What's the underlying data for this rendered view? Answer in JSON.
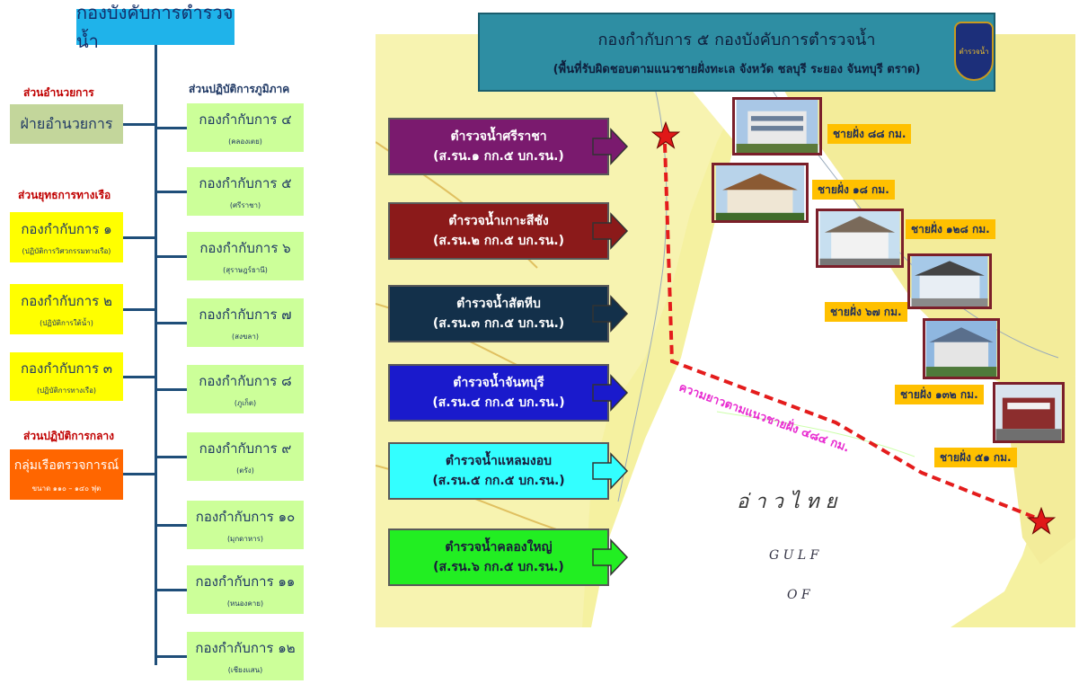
{
  "org": {
    "title": "กองบังคับการตำรวจน้ำ",
    "admin_header": "ส่วนอำนวยการ",
    "admin_box": "ฝ่ายอำนวยการ",
    "tactics_header": "ส่วนยุทธการทางเรือ",
    "tactics": [
      {
        "label": "กองกำกับการ ๑",
        "sub": "(ปฏิบัติการวิศวกรรมทางเรือ)"
      },
      {
        "label": "กองกำกับการ ๒",
        "sub": "(ปฏิบัติการใต้น้ำ)"
      },
      {
        "label": "กองกำกับการ ๓",
        "sub": "(ปฏิบัติการทางเรือ)"
      }
    ],
    "central_header": "ส่วนปฏิบัติการกลาง",
    "central_box": "กลุ่มเรือตรวจการณ์",
    "central_sub": "ขนาด ๑๑๐ – ๑๔๐ ฟุต",
    "regional_header": "ส่วนปฏิบัติการภูมิภาค",
    "regional": [
      {
        "label": "กองกำกับการ ๔",
        "sub": "(คลองเตย)"
      },
      {
        "label": "กองกำกับการ ๕",
        "sub": "(ศรีราชา)"
      },
      {
        "label": "กองกำกับการ ๖",
        "sub": "(สุราษฎร์ธานี)"
      },
      {
        "label": "กองกำกับการ ๗",
        "sub": "(สงขลา)"
      },
      {
        "label": "กองกำกับการ ๘",
        "sub": "(ภูเก็ต)"
      },
      {
        "label": "กองกำกับการ ๙",
        "sub": "(ตรัง)"
      },
      {
        "label": "กองกำกับการ ๑๐",
        "sub": "(มุกดาหาร)"
      },
      {
        "label": "กองกำกับการ ๑๑",
        "sub": "(หนองคาย)"
      },
      {
        "label": "กองกำกับการ ๑๒",
        "sub": "(เชียงแสน)"
      }
    ]
  },
  "banner": {
    "title": "กองกำกับการ ๕ กองบังคับการตำรวจน้ำ",
    "subtitle": "(พื้นที่รับผิดชอบตามแนวชายฝั่งทะเล จังหวัด ชลบุรี ระยอง จันทบุรี ตราด)",
    "emblem_text": "ตำรวจน้ำ"
  },
  "stations": [
    {
      "name": "ตำรวจน้ำศรีราชา",
      "code": "(ส.รน.๑ กก.๕ บก.รน.)",
      "color": "#7a1a6e",
      "text_color": "#ffffff"
    },
    {
      "name": "ตำรวจน้ำเกาะสีชัง",
      "code": "(ส.รน.๒ กก.๕ บก.รน.)",
      "color": "#8b1a1a",
      "text_color": "#ffffff"
    },
    {
      "name": "ตำรวจน้ำสัตหีบ",
      "code": "(ส.รน.๓ กก.๕ บก.รน.)",
      "color": "#13304a",
      "text_color": "#ffffff"
    },
    {
      "name": "ตำรวจน้ำจันทบุรี",
      "code": "(ส.รน.๔ กก.๕ บก.รน.)",
      "color": "#1a1acc",
      "text_color": "#ffffff"
    },
    {
      "name": "ตำรวจน้ำแหลมงอบ",
      "code": "(ส.รน.๕ กก.๕ บก.รน.)",
      "color": "#33ffff",
      "text_color": "#1a1a3a"
    },
    {
      "name": "ตำรวจน้ำคลองใหญ่",
      "code": "(ส.รน.๖ กก.๕ บก.รน.)",
      "color": "#22ee22",
      "text_color": "#1a1a3a"
    }
  ],
  "coast_labels": [
    "ชายฝั่ง ๘๘ กม.",
    "ชายฝั่ง ๑๘ กม.",
    "ชายฝั่ง ๑๒๘ กม.",
    "ชายฝั่ง ๖๗ กม.",
    "ชายฝั่ง ๑๓๒ กม.",
    "ชายฝั่ง ๕๑ กม."
  ],
  "coast_total": "ความยาวตามแนวชายฝั่ง ๔๘๔ กม.",
  "map_text": {
    "gulf_thai": "อ่ า ว ไ ท ย",
    "gulf_en1": "G U L F",
    "gulf_en2": "O F"
  }
}
